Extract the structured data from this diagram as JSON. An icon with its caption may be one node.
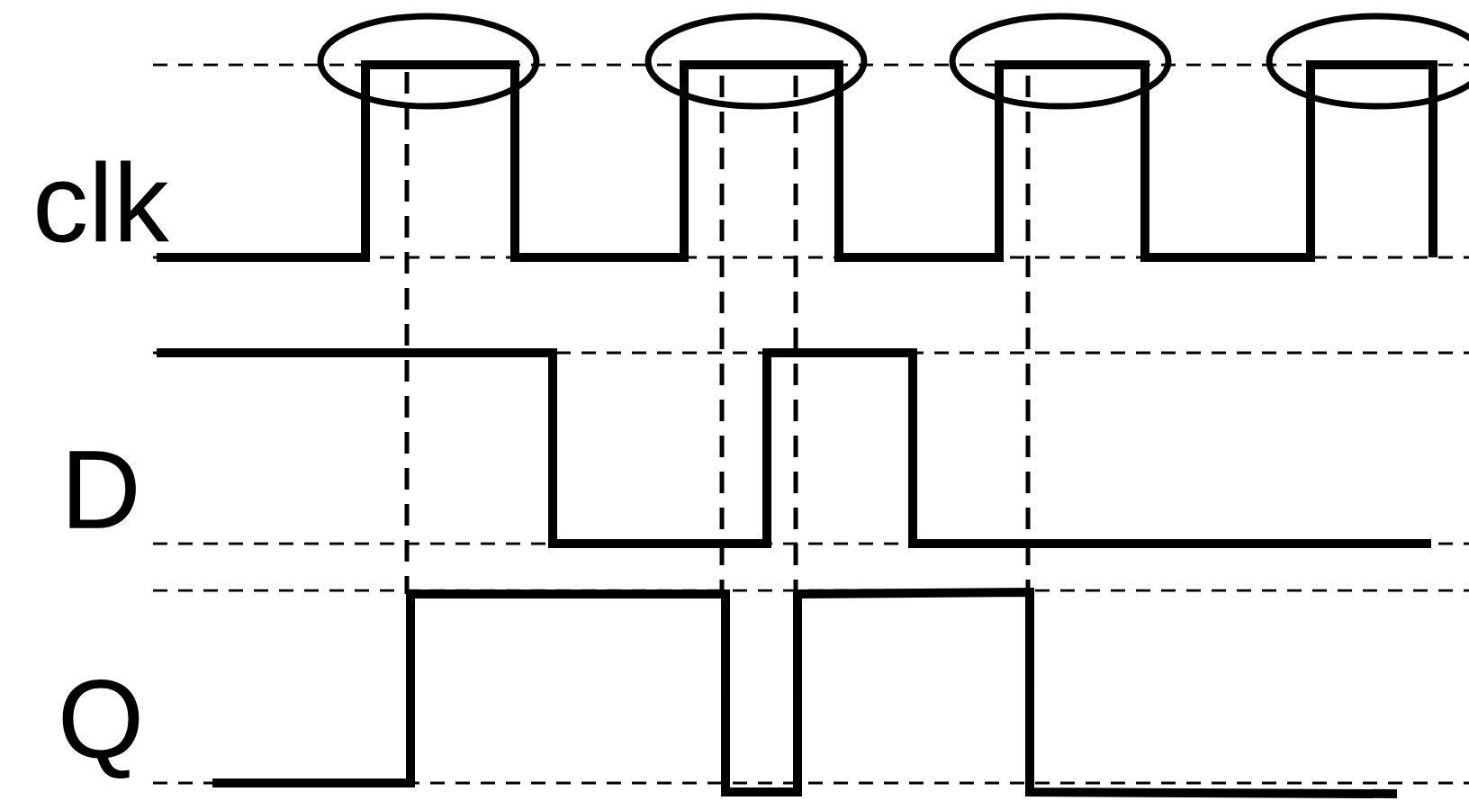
{
  "diagram": {
    "labels": [
      "clk",
      "D",
      "Q"
    ]
  }
}
